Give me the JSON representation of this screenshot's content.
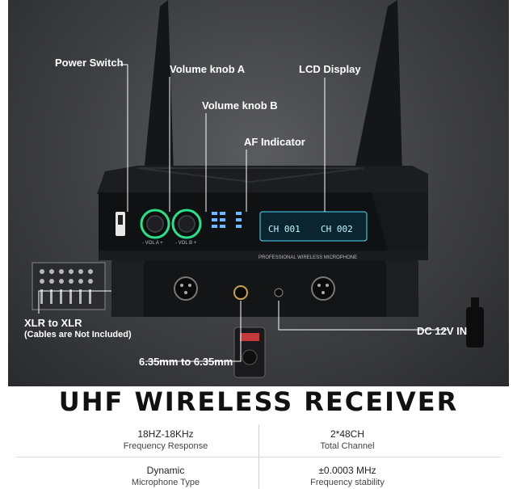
{
  "callouts": {
    "power_switch": "Power Switch",
    "volume_a": "Volume knob A",
    "lcd_display": "LCD Display",
    "volume_b": "Volume knob B",
    "af_indicator": "AF Indicator",
    "xlr": "XLR to XLR",
    "xlr_note": "(Cables are Not Included)",
    "dc": "DC 12V IN",
    "jack": "6.35mm to 6.35mm"
  },
  "device": {
    "lcd_left": "CH 001",
    "lcd_right": "CH 002",
    "front_label": "PROFESSIONAL WIRELESS MICROPHONE",
    "vol_a": "- VOL A +",
    "vol_b": "- VOL B +"
  },
  "title": "UHF WIRELESS RECEIVER",
  "specs": [
    {
      "value": "18HZ-18KHz",
      "label": "Frequency Response"
    },
    {
      "value": "2*48CH",
      "label": "Total Channel"
    },
    {
      "value": "Dynamic",
      "label": "Microphone Type"
    },
    {
      "value": "±0.0003 MHz",
      "label": "Frequency stability"
    }
  ],
  "colors": {
    "knob_glow": "#27e38a",
    "lcd": "#4fd9ff",
    "background": "#3d3e41"
  }
}
